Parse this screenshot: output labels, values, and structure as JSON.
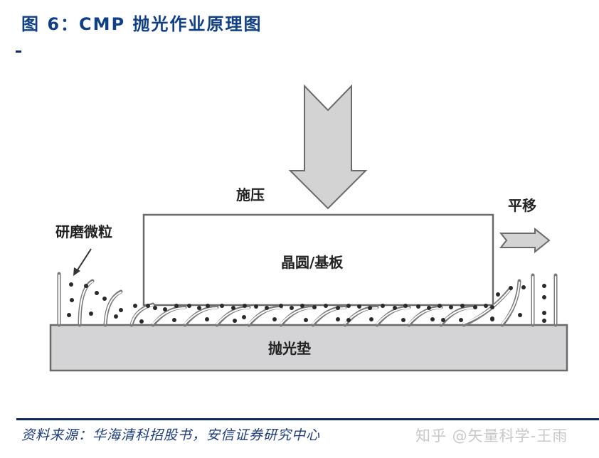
{
  "figure": {
    "title": "图 6：CMP 抛光作业原理图",
    "source": "资料来源：华海清科招股书，安信证券研究中心",
    "watermark": "知乎 @矢量科学-王雨"
  },
  "diagram": {
    "labels": {
      "pressure": "施压",
      "translation": "平移",
      "abrasive_particles": "研磨微粒",
      "wafer": "晶圆/基板",
      "polishing_pad": "抛光垫"
    },
    "colors": {
      "title": "#0f3f86",
      "divider": "#0d2a5e",
      "arrow_fill": "#d3d3d3",
      "pad_fill": "#d4d4d6",
      "outline": "#555555"
    }
  }
}
